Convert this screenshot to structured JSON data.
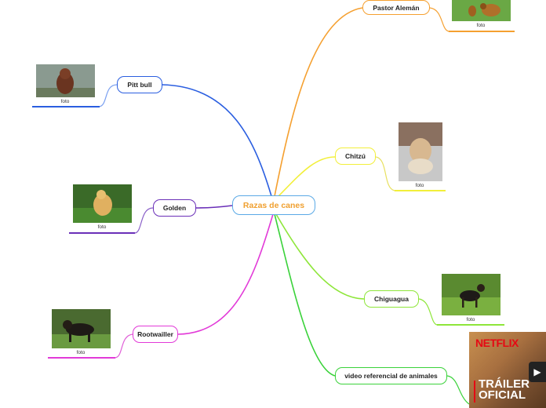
{
  "center": {
    "label": "Razas de  canes",
    "color": "#5aa9e6"
  },
  "branches": [
    {
      "id": "pastor",
      "label": "Pastor Alemán",
      "caption": "foto",
      "color": "#f5a030"
    },
    {
      "id": "pitt",
      "label": "Pitt bull",
      "caption": "foto",
      "color": "#2a5ee0"
    },
    {
      "id": "chitzu",
      "label": "Chitzú",
      "caption": "foto",
      "color": "#f2ef3a"
    },
    {
      "id": "golden",
      "label": "Golden",
      "caption": "foto",
      "color": "#6a2fb8"
    },
    {
      "id": "rootwailler",
      "label": "Rootwailler",
      "caption": "foto",
      "color": "#e23ad8"
    },
    {
      "id": "chiguagua",
      "label": "Chiguagua",
      "caption": "foto",
      "color": "#8ee63a"
    },
    {
      "id": "video",
      "label": "video referencial de animales",
      "color": "#3ad23a"
    }
  ],
  "video_thumbnail": {
    "brand": "NETFLIX",
    "title_line1": "TRÁILER",
    "title_line2": "OFICIAL",
    "brand_color": "#e50914"
  }
}
